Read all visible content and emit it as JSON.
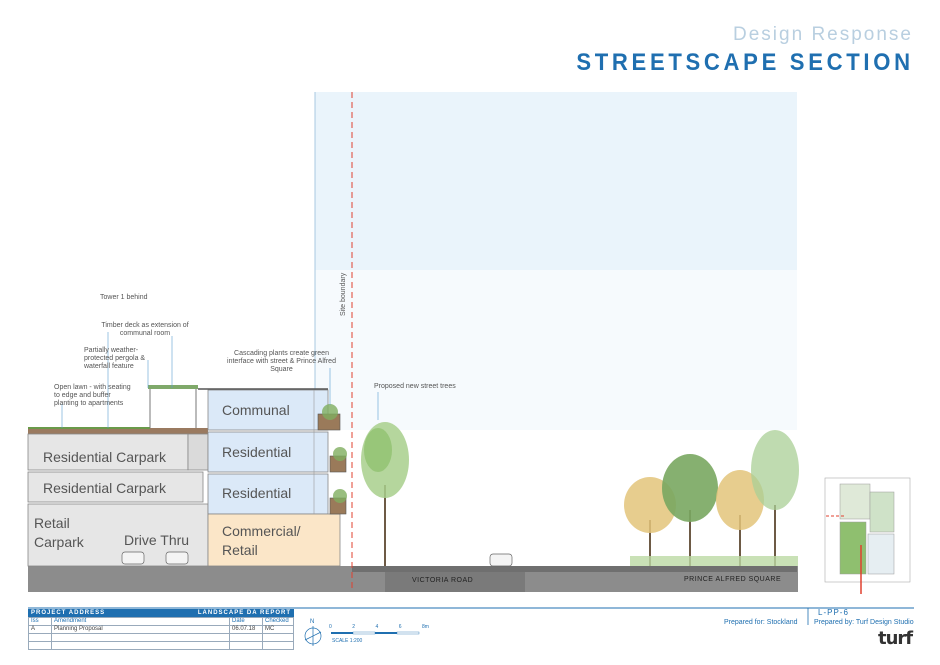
{
  "header": {
    "subtitle": "Design Response",
    "title": "STREETSCAPE SECTION"
  },
  "annotations": {
    "tower_behind": "Tower 1 behind",
    "timber_deck": "Timber deck as extension of communal room",
    "pergola": "Partially weather-protected pergola & waterfall feature",
    "open_lawn": "Open lawn - with seating to edge and buffer planting to apartments",
    "cascading": "Cascading plants create green interface with street & Prince Alfred Square",
    "site_boundary": "Site boundary",
    "new_trees": "Proposed new street trees"
  },
  "building": {
    "residential_carpark_1": "Residential Carpark",
    "residential_carpark_2": "Residential Carpark",
    "retail_carpark": "Retail Carpark",
    "drive_thru": "Drive Thru",
    "communal": "Communal",
    "residential_1": "Residential",
    "residential_2": "Residential",
    "commercial_retail": "Commercial/ Retail"
  },
  "roads": {
    "victoria_road": "VICTORIA ROAD",
    "prince_alfred": "PRINCE ALFRED SQUARE"
  },
  "title_block": {
    "project_address": "PROJECT ADDRESS",
    "report": "LANDSCAPE DA REPORT",
    "col_iss": "Iss",
    "col_amendment": "Amendment",
    "col_date": "Date",
    "col_checked": "Checked",
    "row_iss": "A",
    "row_amendment": "Planning Proposal",
    "row_date": "06.07.18",
    "row_checked": "MC",
    "north": "N",
    "scale_ticks": [
      "0",
      "2",
      "4",
      "6",
      "8m"
    ],
    "scale": "SCALE 1:200",
    "prepared_for": "Prepared for: Stockland",
    "prepared_by": "Prepared by: Turf Design Studio",
    "sheet": "L-PP-6",
    "logo": "turf"
  },
  "colors": {
    "accent": "#1f6fb0",
    "sky": "#eaf4fb",
    "glass": "#dbe9f8",
    "retail": "#fbe8cc",
    "carpark": "#e9e9e9",
    "ground": "#8a8a8a",
    "boundary": "#e0402f",
    "tree_green": "#8cbf6a",
    "tree_yellow": "#e0c070"
  }
}
